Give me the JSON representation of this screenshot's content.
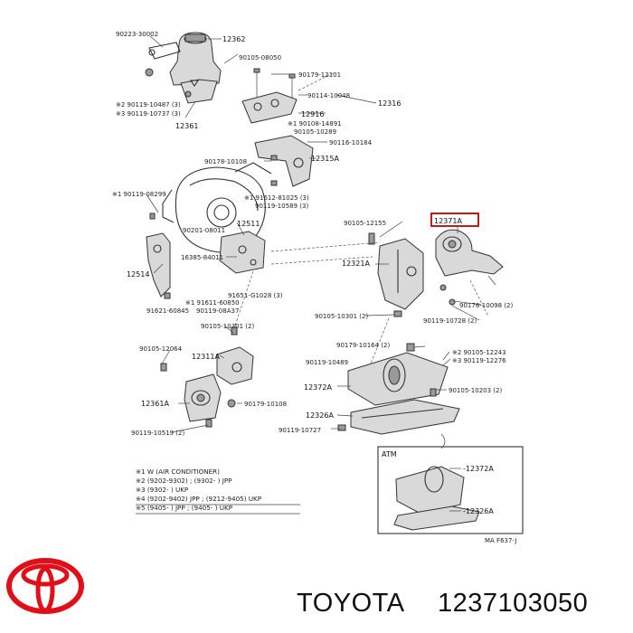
{
  "brand": {
    "name": "TOYOTA",
    "part_number": "1237103050",
    "logo_color": "#e0101a"
  },
  "labels": {
    "l90223": "90223-30002",
    "l12362": "12362",
    "l90105a": "90105-08050",
    "l90179a": "90179-12101",
    "l90114": "90114-10048",
    "l12316": "12316",
    "l12916": "12916",
    "l90119a": "※2 90119-10487 (3)",
    "l90119b": "※3 90119-10737 (3)",
    "l12361": "12361",
    "l90108a": "※1 90108-14891",
    "l90105b": "90105-10289",
    "l90116": "90116-10184",
    "l90178a": "90178-10108",
    "l12315A": "12315A",
    "l90119c": "※1 90119-08299",
    "l91612": "※1 91612-81025 (3)",
    "l90119d": "90119-10589 (3)",
    "l12511": "12511",
    "l90201": "90201-08011",
    "l90105c": "90105-12155",
    "l12371A": "12371A",
    "l16385": "16385-84011",
    "l12321A": "12321A",
    "l12514": "12514",
    "l91611": "※1 91611-60850",
    "l91621": "91621-60845",
    "l90119e": "90119-08A37",
    "l91651": "91651-G1028 (3)",
    "l90178b": "90178-10098 (2)",
    "l90105d": "90105-10301 (2)",
    "l90119f": "90119-10728 (2)",
    "l90105e": "90105-10301 (2)",
    "l90179b": "90179-10164 (2)",
    "l90105f": "90105-12064",
    "l12311A": "12311A",
    "l90105g": "※2 90105-12243",
    "l90119g": "90119-10489",
    "l90119h": "※3 90119-12276",
    "l12372A": "12372A",
    "l90105h": "90105-10203 (2)",
    "l12361A": "12361A",
    "l90179c": "90179-10108",
    "l12326A": "12326A",
    "l90119i": "90119-10519 (2)",
    "l90119j": "90119-10727",
    "l_atm": "ATM",
    "l12372A_atm": "-12372A",
    "l12326A_atm": "-12326A",
    "l_ref": "MA F637-J"
  },
  "notes": [
    "※1  W (AIR CONDITIONER)",
    "※2  (9202-9302) ; (9302-        ) JPP",
    "※3  (9302-        ) UKP",
    "※4  (9202-9402) JPP ; (9212-9405) UKP",
    "※5  (9405-        ) JPP ; (9405-        ) UKP"
  ]
}
